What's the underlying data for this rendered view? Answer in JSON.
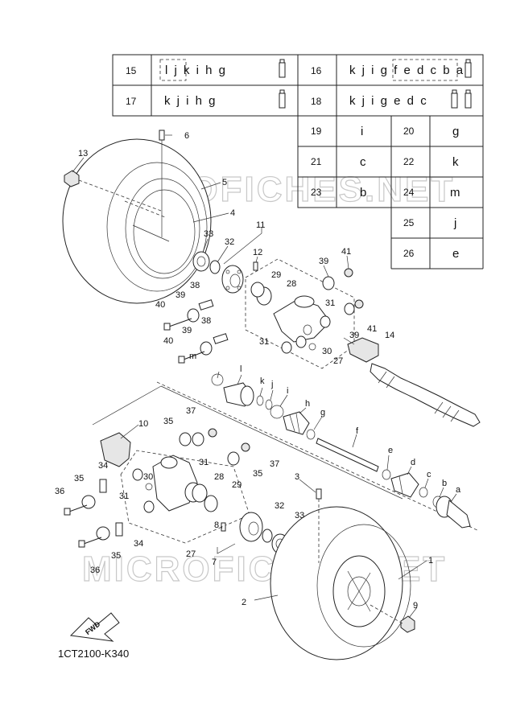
{
  "diagram_code": "1CT2100-K340",
  "watermark": "MICROFICHES.NET",
  "fwd_label": "FWD",
  "kit_table": [
    {
      "num": "15",
      "letters": "l j k i h g",
      "boxed": "l j"
    },
    {
      "num": "16",
      "letters": "k j i g f e d c b a",
      "boxed": "f e d c b a"
    },
    {
      "num": "17",
      "letters": "k j i h g"
    },
    {
      "num": "18",
      "letters": "k j i g e d c"
    }
  ],
  "ref_table": [
    {
      "num": "19",
      "letter": "i"
    },
    {
      "num": "20",
      "letter": "g"
    },
    {
      "num": "21",
      "letter": "c"
    },
    {
      "num": "22",
      "letter": "k"
    },
    {
      "num": "23",
      "letter": "b"
    },
    {
      "num": "24",
      "letter": "m"
    },
    {
      "num": "25",
      "letter": "j"
    },
    {
      "num": "26",
      "letter": "e"
    }
  ],
  "callouts": {
    "n1": "1",
    "n2": "2",
    "n3": "3",
    "n4": "4",
    "n5": "5",
    "n6": "6",
    "n7": "7",
    "n8": "8",
    "n9": "9",
    "n10": "10",
    "n11": "11",
    "n12": "12",
    "n13": "13",
    "n14": "14",
    "n27": "27",
    "n28": "28",
    "n29": "29",
    "n30": "30",
    "n31": "31",
    "n32": "32",
    "n33": "33",
    "n34": "34",
    "n35": "35",
    "n36": "36",
    "n37": "37",
    "n38": "38",
    "n39": "39",
    "n40": "40",
    "n41": "41",
    "la": "a",
    "lb": "b",
    "lc": "c",
    "ld": "d",
    "le": "e",
    "lf": "f",
    "lg": "g",
    "lh": "h",
    "li": "i",
    "lj": "j",
    "lk": "k",
    "ll": "l",
    "lm": "m"
  }
}
